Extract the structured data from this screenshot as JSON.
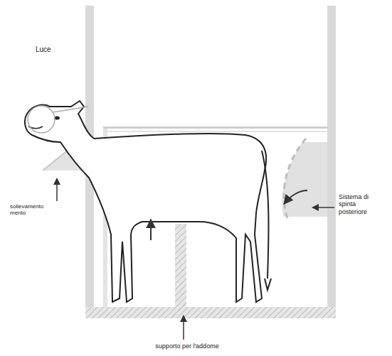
{
  "diagram": {
    "labels": [
      "Luce",
      "sollevamento mento",
      "Sistema di spinta posteriore",
      "supporto per l'addome"
    ]
  }
}
